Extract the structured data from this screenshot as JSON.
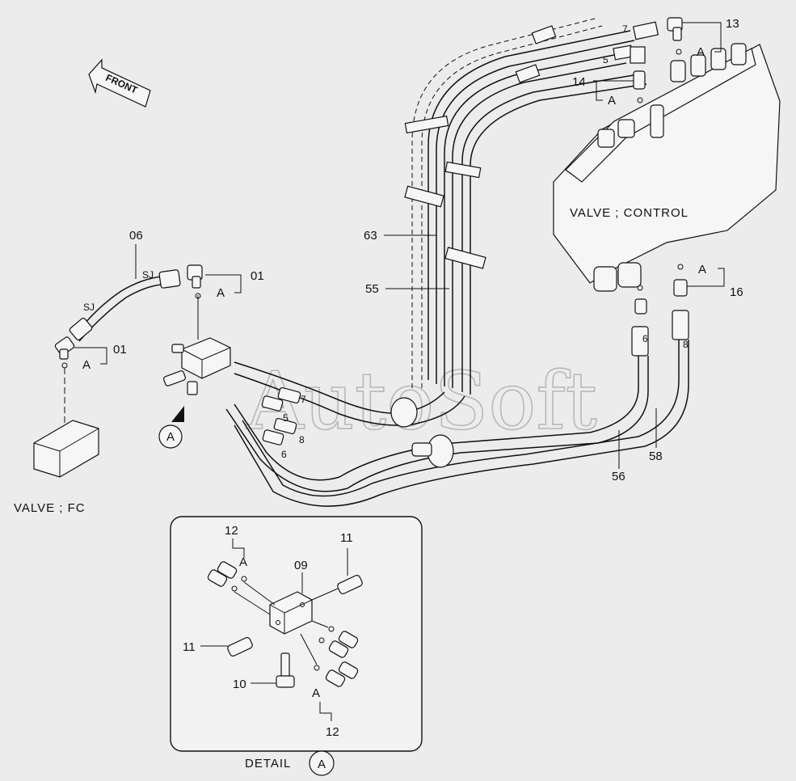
{
  "watermark": "AutoSoft",
  "direction_arrow": {
    "label": "FRONT"
  },
  "components": {
    "valve_control": "VALVE ; CONTROL",
    "valve_fc": "VALVE ; FC"
  },
  "detail": {
    "title": "DETAIL",
    "ref": "A"
  },
  "callouts": {
    "p06": "06",
    "sj_top": "SJ",
    "sj_bottom": "SJ",
    "p01_top": "01",
    "p01_bottom": "01",
    "a_01_top": "A",
    "a_01_bottom": "A",
    "p63": "63",
    "p55": "55",
    "p56": "56",
    "p58": "58",
    "p13": "13",
    "a_13": "A",
    "p14": "14",
    "a_14": "A",
    "p16": "16",
    "a_16": "A",
    "h7_top": "7",
    "h5_top": "5",
    "h6_right": "6",
    "h8_right": "8",
    "h7_left": "7",
    "h5_left": "5",
    "h8_left": "8",
    "h6_left": "6",
    "ref_a": "A",
    "d12_top": "12",
    "d_a_top": "A",
    "d09": "09",
    "d11_top": "11",
    "d11_left": "11",
    "d10": "10",
    "d_a_bottom": "A",
    "d12_bottom": "12"
  }
}
